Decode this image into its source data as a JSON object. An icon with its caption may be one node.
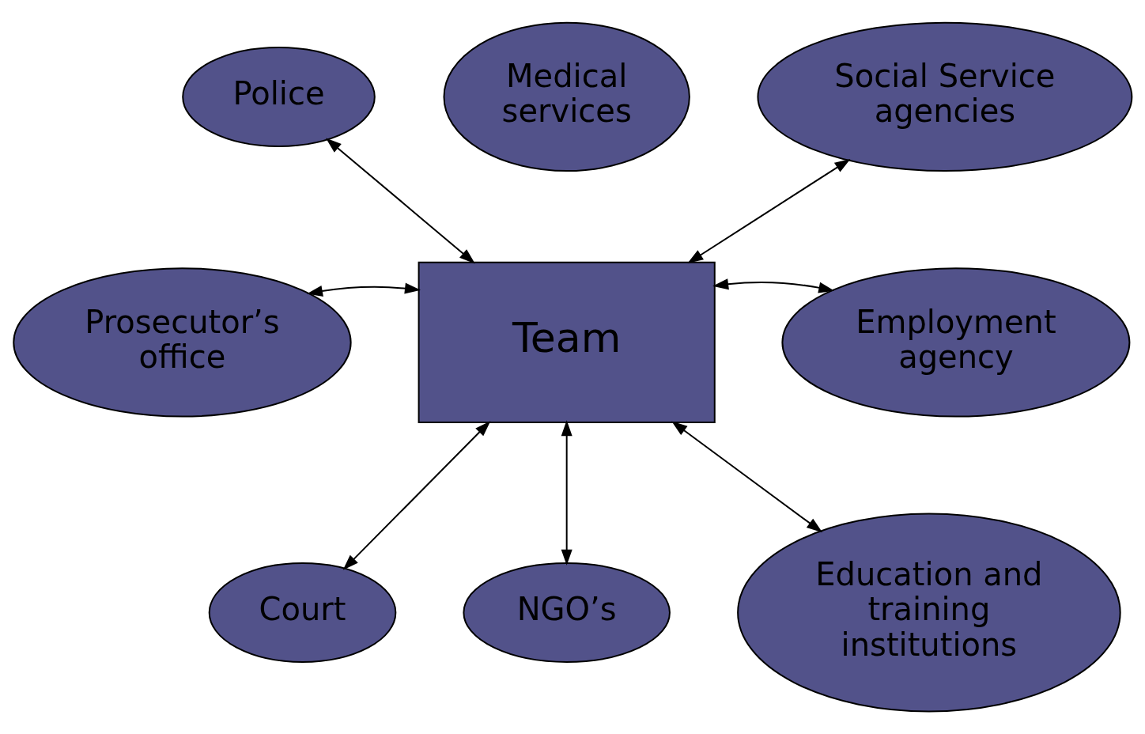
{
  "diagram": {
    "nodes": [
      {
        "text": [
          "Medical services"
        ]
      },
      {
        "text": [
          "Police"
        ]
      },
      {
        "text": [
          "Social Service agencies"
        ]
      },
      {
        "text": [
          "Prosecutor’s office"
        ]
      },
      {
        "text": [
          "Team"
        ]
      },
      {
        "text": [
          "Employment agency"
        ]
      },
      {
        "text": [
          "Court"
        ]
      },
      {
        "text": [
          "NGO’s"
        ]
      },
      {
        "text": [
          "Education and training institutions"
        ]
      }
    ],
    "edges": [
      {
        "from": 1,
        "to": 4,
        "arrow": "both"
      },
      {
        "from": 2,
        "to": 4,
        "arrow": "both"
      },
      {
        "from": 3,
        "to": 4,
        "arrow": "both"
      },
      {
        "from": 4,
        "to": 5,
        "arrow": "both"
      },
      {
        "from": 4,
        "to": 6,
        "arrow": "both"
      },
      {
        "from": 4,
        "to": 7,
        "arrow": "both"
      },
      {
        "from": 4,
        "to": 8,
        "arrow": "both"
      }
    ]
  }
}
